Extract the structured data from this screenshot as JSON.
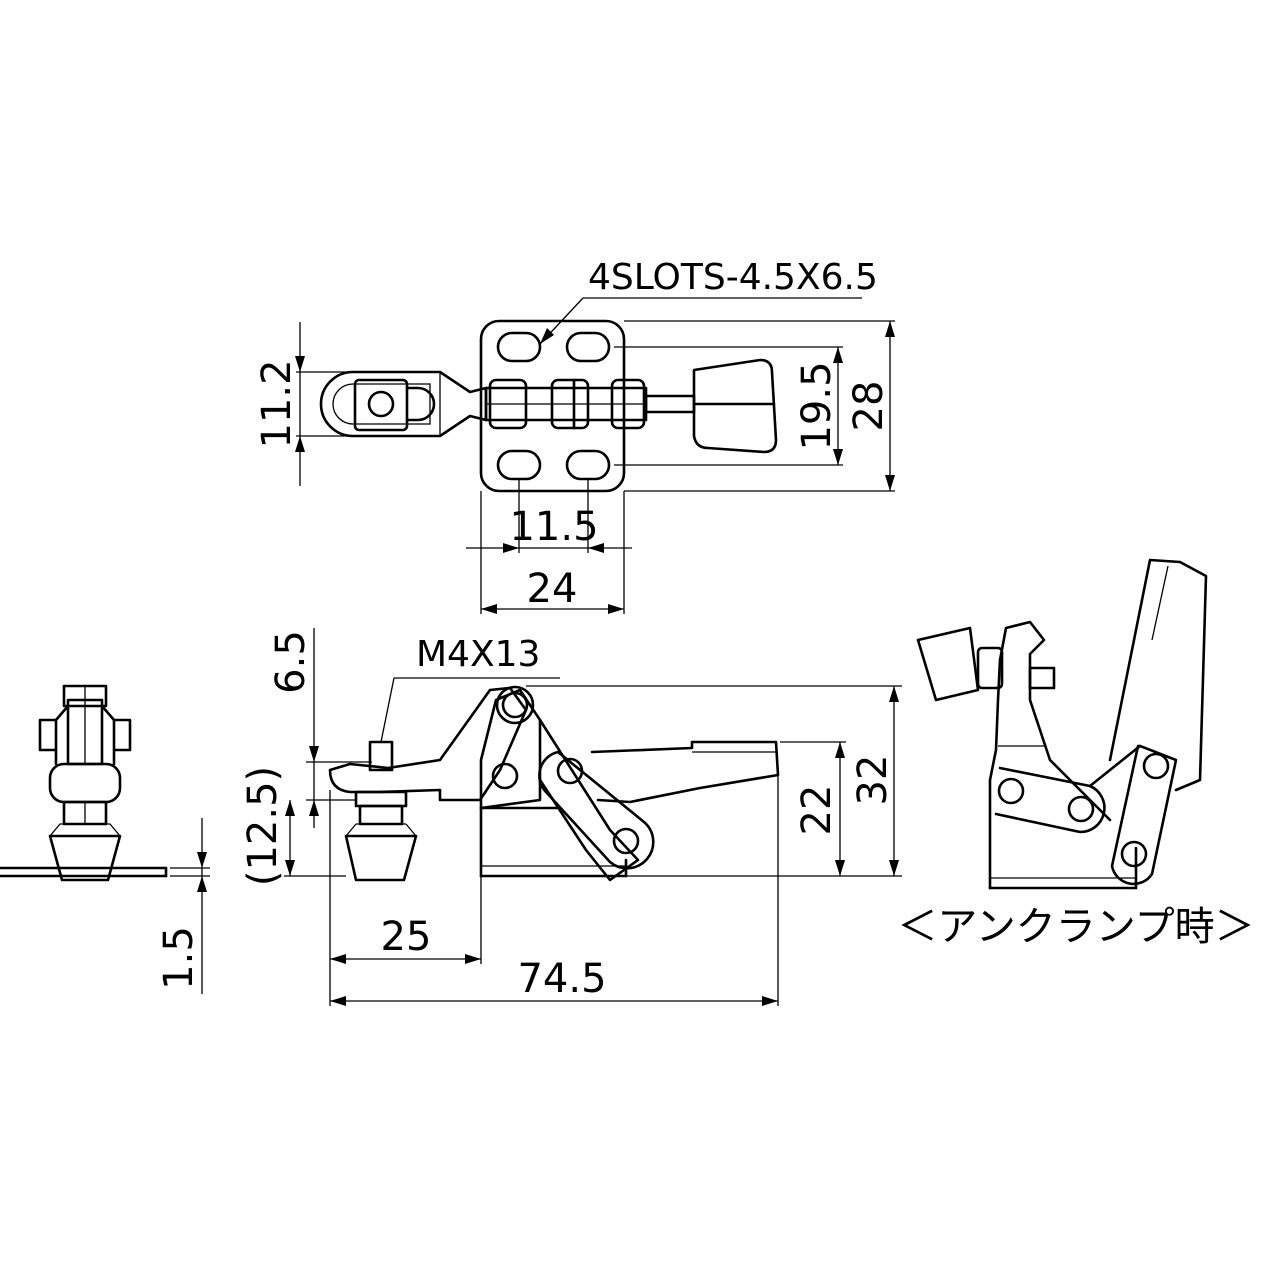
{
  "labels": {
    "slots": "4SLOTS-4.5X6.5",
    "bolt": "M4X13",
    "unclamp": "＜アンクランプ時＞"
  },
  "dims": {
    "d11_2": "11.2",
    "d19_5": "19.5",
    "d28": "28",
    "d11_5": "11.5",
    "d24": "24",
    "d6_5": "6.5",
    "d12_5": "(12.5)",
    "d22": "22",
    "d32": "32",
    "d25": "25",
    "d74_5": "74.5",
    "d1_5": "1.5"
  }
}
